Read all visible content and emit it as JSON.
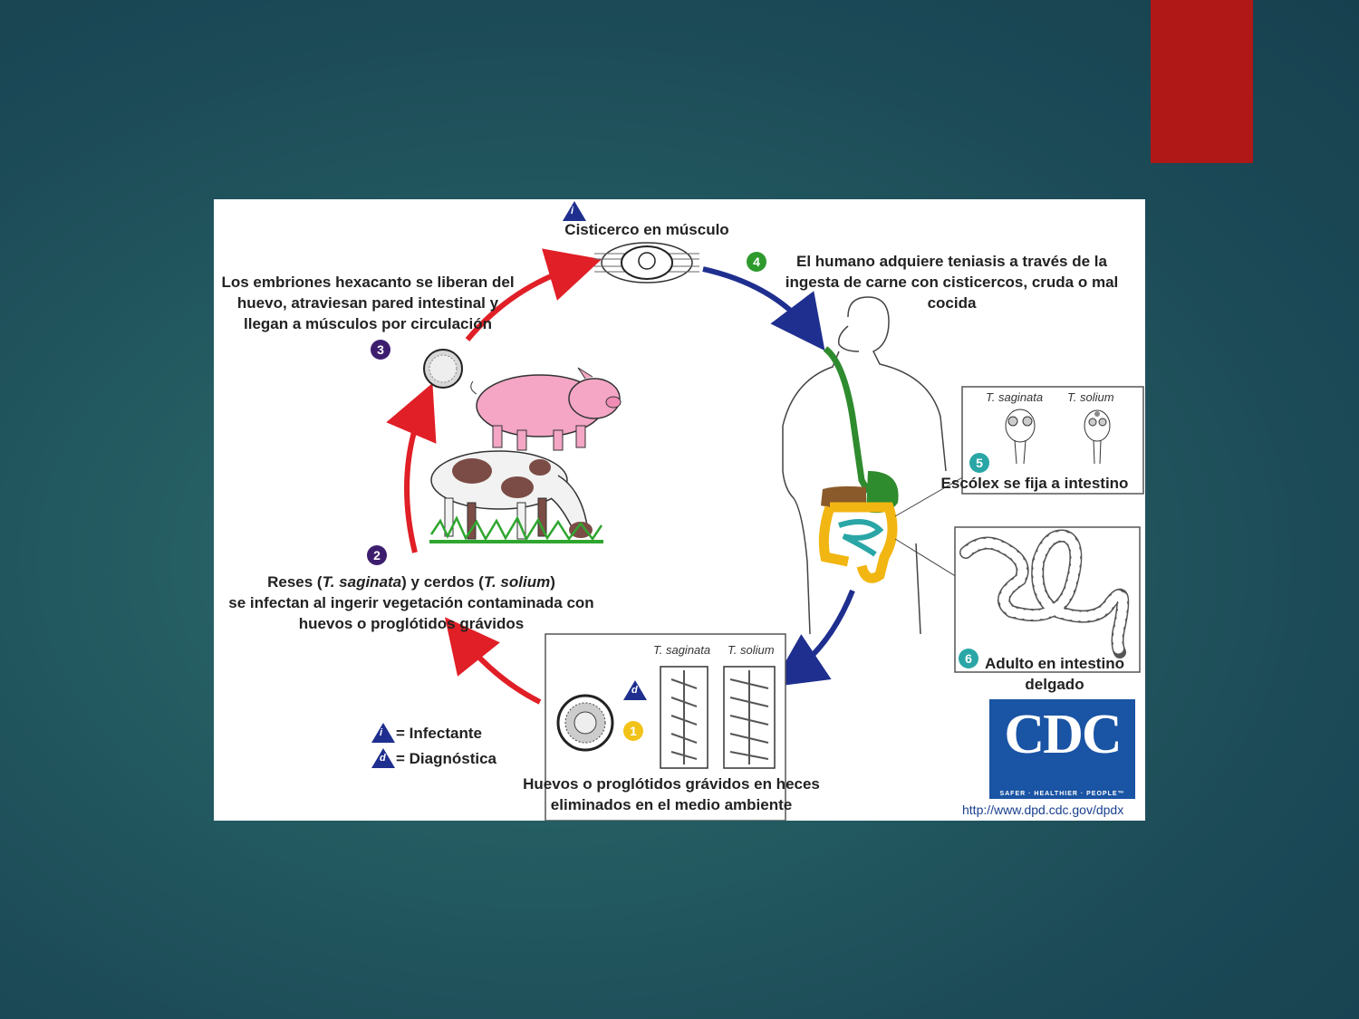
{
  "slide": {
    "accent_color": "#b01818",
    "background": "#245c62"
  },
  "diagram": {
    "stage_i_label": "Cisticerco en músculo",
    "stage_4": {
      "number": "4",
      "text": "El humano adquiere teniasis a través de la ingesta de carne con cisticercos, cruda o mal cocida"
    },
    "stage_3": {
      "number": "3",
      "text": "Los embriones hexacanto se liberan del huevo, atraviesan pared intestinal y llegan a músculos por circulación"
    },
    "stage_2": {
      "number": "2",
      "text_pre": "Reses (",
      "species_a": "T. saginata",
      "text_mid": ") y cerdos (",
      "species_b": "T. solium",
      "text_post": ")",
      "text_rest": "se infectan al ingerir vegetación contaminada con huevos o proglótidos grávidos"
    },
    "stage_5": {
      "number": "5",
      "text": "Escólex se fija a intestino",
      "species_a": "T. saginata",
      "species_b": "T. solium"
    },
    "stage_6": {
      "number": "6",
      "text": "Adulto en intestino delgado"
    },
    "stage_1": {
      "number": "1",
      "text": "Huevos o proglótidos grávidos en heces eliminados en el medio ambiente",
      "species_a": "T. saginata",
      "species_b": "T. solium"
    },
    "legend": {
      "infective_symbol": "i",
      "infective_label": "= Infectante",
      "diagnostic_symbol": "d",
      "diagnostic_label": "= Diagnóstica"
    },
    "cdc": {
      "logo_text": "CDC",
      "tagline": "SAFER · HEALTHIER · PEOPLE™",
      "url": "http://www.dpd.cdc.gov/dpdx"
    }
  }
}
